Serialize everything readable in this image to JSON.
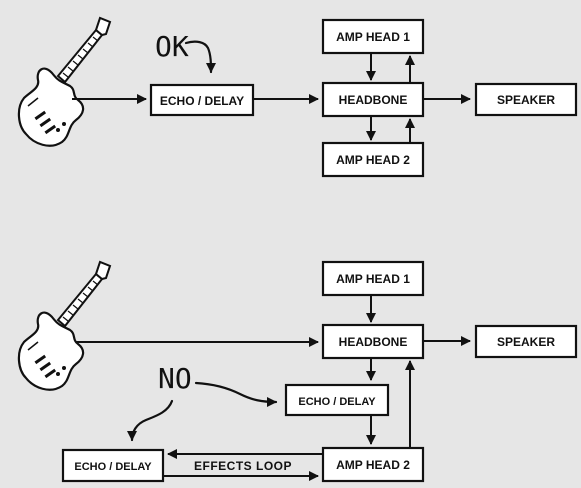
{
  "diagram_top": {
    "notes": {
      "ok": "OK"
    },
    "boxes": {
      "amp_head_1": "AMP HEAD 1",
      "echo_delay": "ECHO / DELAY",
      "headbone": "HEADBONE",
      "speaker": "SPEAKER",
      "amp_head_2": "AMP HEAD 2"
    }
  },
  "diagram_bottom": {
    "notes": {
      "no": "NO",
      "effects_loop": "EFFECTS LOOP"
    },
    "boxes": {
      "amp_head_1": "AMP HEAD 1",
      "headbone": "HEADBONE",
      "speaker": "SPEAKER",
      "echo_delay_middle": "ECHO / DELAY",
      "echo_delay_left": "ECHO / DELAY",
      "amp_head_2": "AMP HEAD 2"
    }
  },
  "colors": {
    "background": "#e6e6e6",
    "box_fill": "#ffffff",
    "ink": "#111111"
  },
  "icons": [
    "electric-guitar-icon"
  ]
}
